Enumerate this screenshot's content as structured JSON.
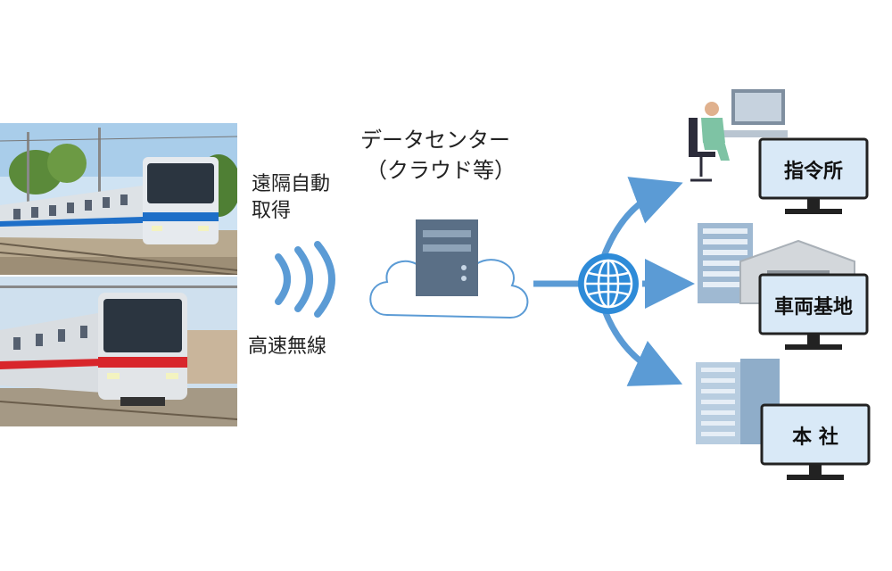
{
  "left_labels": {
    "auto_acquire": "遠隔自動\n取得",
    "wireless": "高速無線"
  },
  "data_center": {
    "title": "データセンター",
    "subtitle": "（クラウド等）"
  },
  "destinations": [
    {
      "label": "指令所",
      "icon": "operator-desk-icon"
    },
    {
      "label": "車両基地",
      "icon": "depot-building-icon"
    },
    {
      "label": "本 社",
      "icon": "office-tower-icon"
    }
  ],
  "colors": {
    "arrow_blue": "#5b9bd5",
    "monitor_screen": "#d9e9f7",
    "monitor_frame": "#222222",
    "train_blue_stripe": "#1e6fc8",
    "train_red_stripe": "#d8262b",
    "cloud_outline": "#5b9bd5"
  }
}
